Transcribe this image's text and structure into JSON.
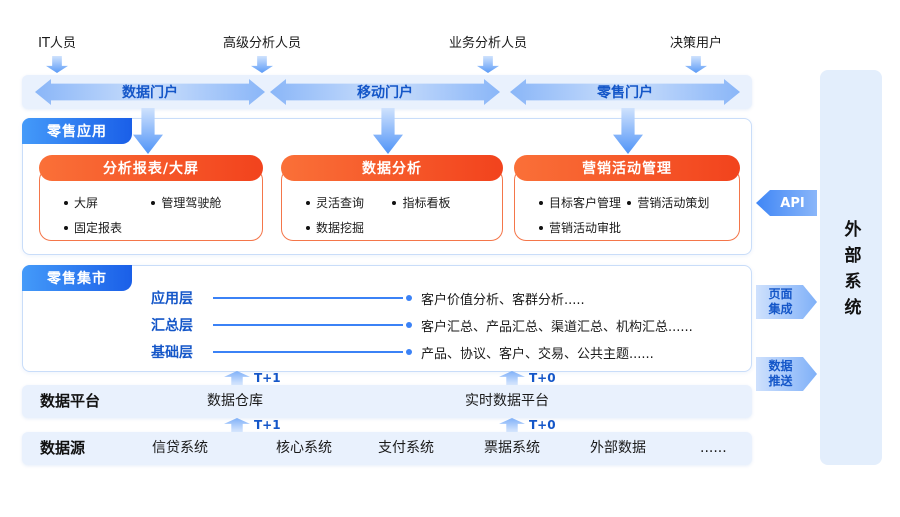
{
  "users": [
    "IT人员",
    "高级分析人员",
    "业务分析人员",
    "决策用户"
  ],
  "portals": [
    "数据门户",
    "移动门户",
    "零售门户"
  ],
  "retail_apps": {
    "badge": "零售应用",
    "cards": [
      {
        "title": "分析报表/大屏",
        "items": [
          "大屏",
          "管理驾驶舱",
          "固定报表"
        ]
      },
      {
        "title": "数据分析",
        "items": [
          "灵活查询",
          "指标看板",
          "数据挖掘"
        ]
      },
      {
        "title": "营销活动管理",
        "items": [
          "目标客户管理",
          "营销活动策划",
          "营销活动审批"
        ]
      }
    ]
  },
  "retail_mart": {
    "badge": "零售集市",
    "layers": [
      {
        "name": "应用层",
        "desc": "客户价值分析、客群分析....."
      },
      {
        "name": "汇总层",
        "desc": "客户汇总、产品汇总、渠道汇总、机构汇总......"
      },
      {
        "name": "基础层",
        "desc": "产品、协议、客户、交易、公共主题......"
      }
    ]
  },
  "platform_row": {
    "label": "数据平台",
    "warehouse": "数据仓库",
    "realtime": "实时数据平台"
  },
  "source_row": {
    "label": "数据源",
    "items": [
      "信贷系统",
      "核心系统",
      "支付系统",
      "票据系统",
      "外部数据",
      "......"
    ]
  },
  "latency_labels": {
    "t1": "T+1",
    "t0": "T+0"
  },
  "external": {
    "title": "外部系统",
    "api": "API",
    "page_integration": "页面集成",
    "data_push": "数据推送"
  },
  "colors": {
    "accent_blue": "#1456c8",
    "badge_blue": "#1a5fe8",
    "arrow_blue": "#8ab6f8",
    "orange": "#f2431d",
    "light_blue_bg": "#e9f1fd",
    "panel_border": "#c9ddf9"
  }
}
